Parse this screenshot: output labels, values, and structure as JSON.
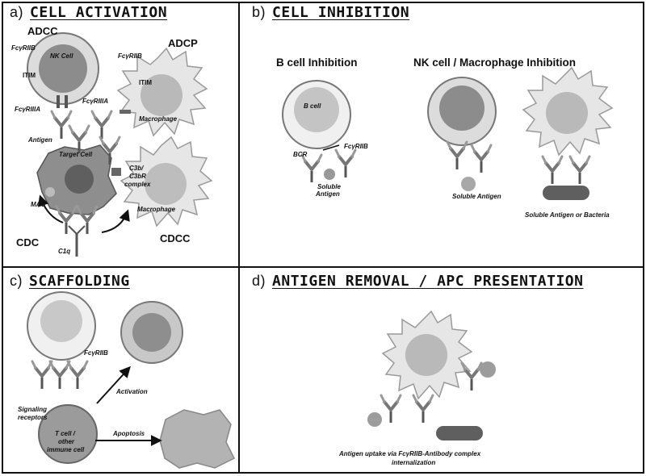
{
  "panels": {
    "a": {
      "tag": "a)",
      "title": "CELL ACTIVATION",
      "labels": {
        "adcc": "ADCC",
        "adcp": "ADCP",
        "cdc": "CDC",
        "cdcc": "CDCC",
        "nk_cell": "NK Cell",
        "fcgr2b_left": "FcγRIIB",
        "itim_left": "ITIM",
        "fcgr3a_left": "FcγRIIIA",
        "fcgr2b_right": "FcγRIIB",
        "itim_right": "ITIM",
        "fcgr3a_right": "FcγRIIIA",
        "macrophage_top": "Macrophage",
        "antigen": "Antigen",
        "target_cell": "Target Cell",
        "c3b_line1": "C3b/",
        "c3b_line2": "C3bR",
        "c3b_line3": "complex",
        "mac": "MAC",
        "macrophage_bottom": "Macrophage",
        "c1q": "C1q"
      }
    },
    "b": {
      "tag": "b)",
      "title": "CELL INHIBITION",
      "labels": {
        "b_cell_inhibition": "B cell Inhibition",
        "nk_mac_inhibition": "NK cell / Macrophage Inhibition",
        "b_cell": "B cell",
        "bcr": "BCR",
        "fcgr2b": "FcγRIIB",
        "soluble_antigen_1a": "Soluble",
        "soluble_antigen_1b": "Antigen",
        "soluble_antigen_2": "Soluble Antigen",
        "soluble_antigen_bacteria": "Soluble Antigen or Bacteria"
      }
    },
    "c": {
      "tag": "c)",
      "title": "SCAFFOLDING",
      "labels": {
        "fcgr2b": "FcγRIIB",
        "activation": "Activation",
        "signaling_1": "Signaling",
        "signaling_2": "receptors",
        "apoptosis": "Apoptosis",
        "t_cell_1": "T cell /",
        "t_cell_2": "other",
        "t_cell_3": "immune cell"
      }
    },
    "d": {
      "tag": "d)",
      "title": "ANTIGEN REMOVAL / APC PRESENTATION",
      "labels": {
        "caption_1": "Antigen uptake via FcγRIIB-Antibody complex",
        "caption_2": "internalization"
      }
    }
  }
}
